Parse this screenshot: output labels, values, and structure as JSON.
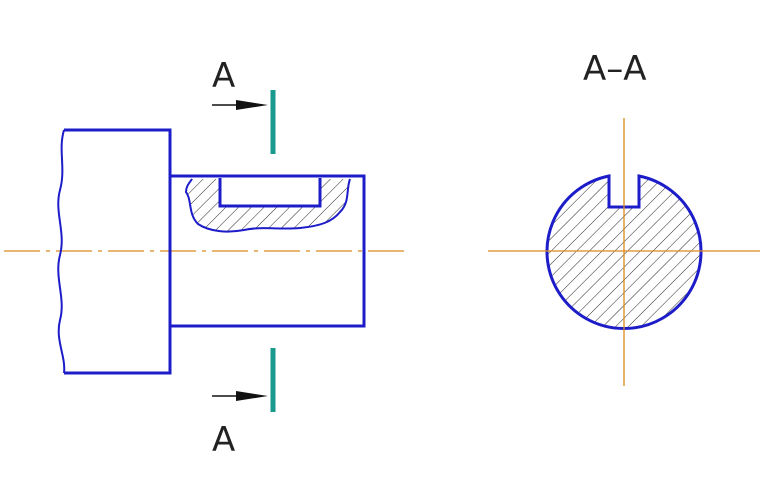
{
  "labels": {
    "section_top": "A",
    "section_bottom": "A",
    "section_view_title": "A–A"
  },
  "colors": {
    "outline": "#1c1cc8",
    "axis": "#d98a1c",
    "cutting_plane": "#1a9a8c",
    "hatch": "#2a2a2a",
    "background": "#ffffff"
  }
}
